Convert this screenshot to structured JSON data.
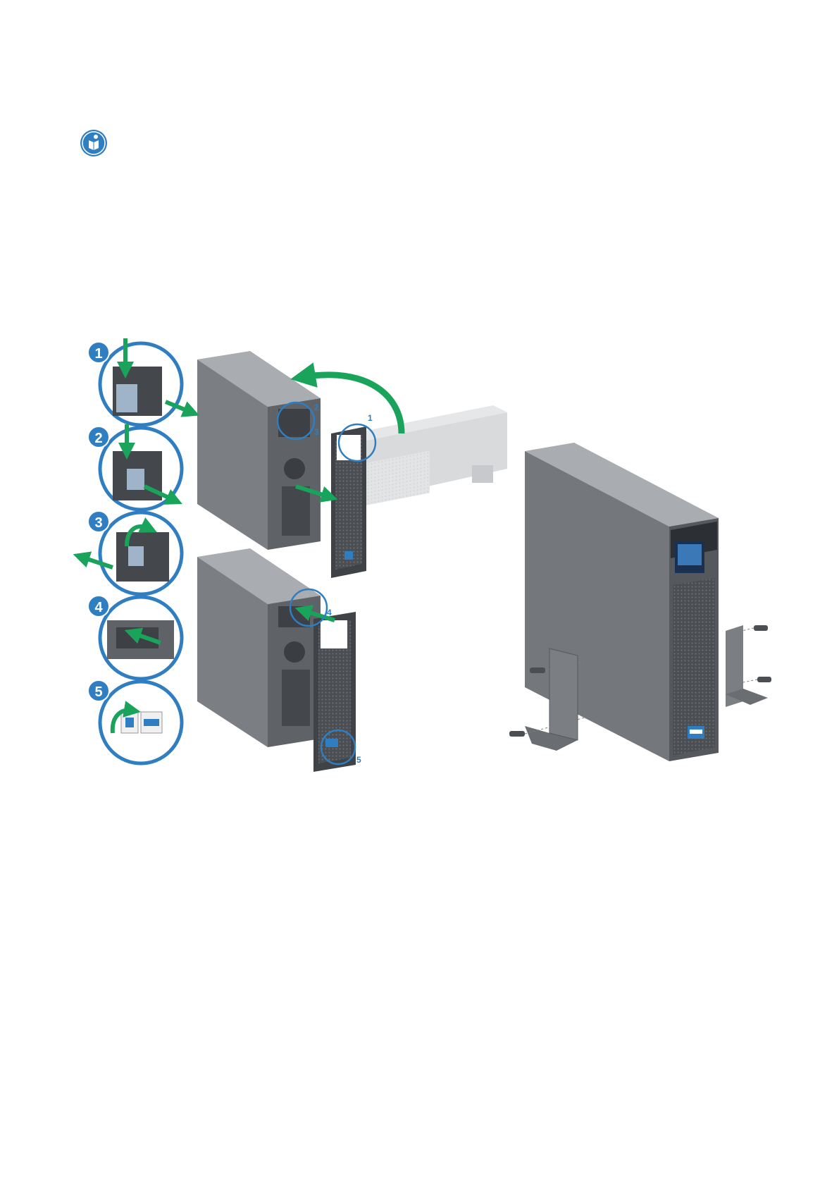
{
  "icons": {
    "manual": "read-manual-icon"
  },
  "steps": [
    {
      "number": "1"
    },
    {
      "number": "2"
    },
    {
      "number": "3"
    },
    {
      "number": "4"
    },
    {
      "number": "5"
    }
  ],
  "callouts": [
    {
      "number": "1"
    },
    {
      "number": "2"
    },
    {
      "number": "3"
    },
    {
      "number": "4"
    },
    {
      "number": "5"
    }
  ],
  "colors": {
    "blue": "#2f7ec1",
    "green": "#1aa35a",
    "ups_dark": "#6c6f73",
    "ups_side": "#8a8d91",
    "ups_top": "#a9acb0",
    "ups_front": "#505357",
    "ghost": "#d9dadc"
  }
}
